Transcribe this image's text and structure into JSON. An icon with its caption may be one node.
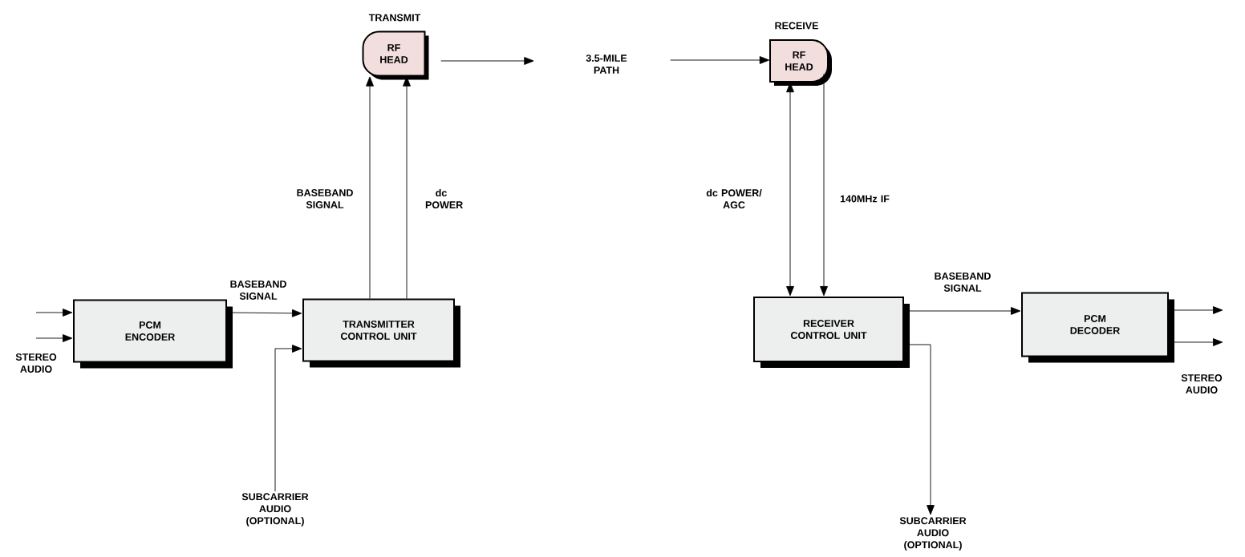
{
  "diagram": {
    "nodes": [
      {
        "text": [
          "PCM ENCODER"
        ]
      },
      {
        "text": [
          "TRANSMITTER CONTROL UNIT"
        ]
      },
      {
        "text": [
          "RF HEAD"
        ],
        "beside": [
          "TRANSMIT"
        ]
      },
      {
        "text": [
          "3.5-MILE PATH"
        ]
      },
      {
        "text": [
          "RF HEAD"
        ],
        "beside": [
          "RECEIVE"
        ]
      },
      {
        "text": [
          "RECEIVER CONTROL UNIT"
        ]
      },
      {
        "text": [
          "PCM DECODER"
        ]
      },
      {
        "text": [
          "SUBCARRIER AUDIO (OPTIONAL)"
        ]
      },
      {
        "text": [
          "SUBCARRIER AUDIO (OPTIONAL)"
        ]
      }
    ],
    "edges": [
      {
        "from": null,
        "to": 0,
        "arrow": "to"
      },
      {
        "from": null,
        "to": 0,
        "arrow": "to"
      },
      {
        "from": 0,
        "to": 1,
        "arrow": "to",
        "label": "BASEBAND SIGNAL"
      },
      {
        "from": 7,
        "to": 1,
        "arrow": "to"
      },
      {
        "from": 1,
        "to": 2,
        "arrow": "to",
        "label": "BASEBAND SIGNAL"
      },
      {
        "from": 1,
        "to": 2,
        "arrow": "to",
        "label": "dc POWER"
      },
      {
        "from": 2,
        "to": 3,
        "arrow": "to"
      },
      {
        "from": 3,
        "to": 4,
        "arrow": "to"
      },
      {
        "from": 4,
        "to": 5,
        "arrow": "both",
        "label": "dc POWER/ AGC"
      },
      {
        "from": 4,
        "to": 5,
        "arrow": "to",
        "label": "140MHz IF"
      },
      {
        "from": 5,
        "to": 6,
        "arrow": "to",
        "label": "BASEBAND SIGNAL"
      },
      {
        "from": 5,
        "to": 8,
        "arrow": "to"
      },
      {
        "from": 6,
        "to": null,
        "arrow": "to"
      },
      {
        "from": 6,
        "to": null,
        "arrow": "to"
      }
    ],
    "labels": [
      "STEREO AUDIO",
      "STEREO AUDIO"
    ]
  }
}
